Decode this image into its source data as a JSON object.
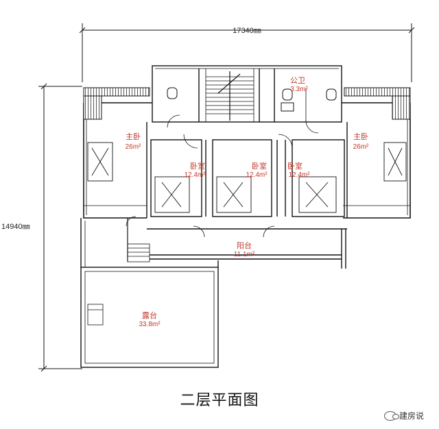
{
  "dimensions": {
    "width_label": "17340㎜",
    "height_label": "14940㎜"
  },
  "rooms": [
    {
      "name": "主卧",
      "area": "26m²"
    },
    {
      "name": "主卧",
      "area": "26m²"
    },
    {
      "name": "卧室",
      "area": "12.4m²"
    },
    {
      "name": "卧室",
      "area": "12.4m²"
    },
    {
      "name": "卧室",
      "area": "12.4m²"
    },
    {
      "name": "公卫",
      "area": "3.3m²"
    },
    {
      "name": "阳台",
      "area": "11.1m²"
    },
    {
      "name": "露台",
      "area": "33.8m²"
    }
  ],
  "title": "二层平面图",
  "watermark": "建房说",
  "colors": {
    "label": "#c0392b",
    "lines": "#111111"
  }
}
